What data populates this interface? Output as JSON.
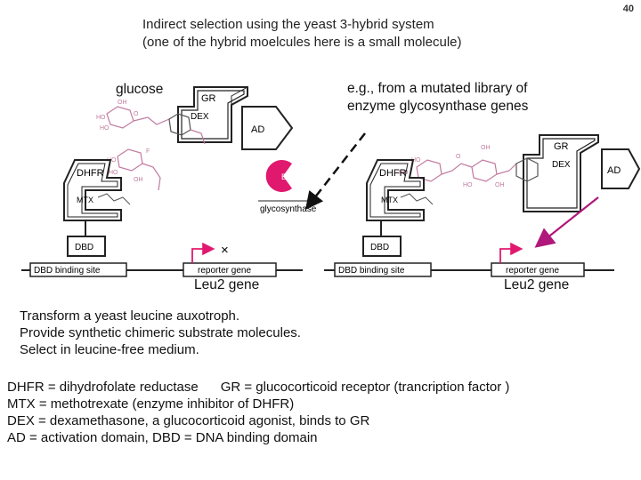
{
  "page_number": "40",
  "title": {
    "line1": "Indirect selection using the yeast 3-hybrid system",
    "line2": "(one of the hybrid moelcules here is a small molecule)"
  },
  "left_label": "glucose",
  "right_label": {
    "line1": "e.g., from a mutated library of",
    "line2": "enzyme glycosynthase genes"
  },
  "diagram_labels": {
    "gr": "GR",
    "dex": "DEX",
    "ad": "AD",
    "dhfr": "DHFR",
    "mtx": "MTX",
    "dbd": "DBD",
    "dbd_site": "DBD binding site",
    "reporter": "reporter gene",
    "enzyme_letter": "E",
    "glycosynthase": "glycosynthase",
    "blocked_mark": "×",
    "chem_oh": "OH",
    "chem_ho": "HO",
    "chem_o": "O",
    "chem_f": "F"
  },
  "colors": {
    "enzyme": "#e0196e",
    "arrow": "#b0177a",
    "molecule": "#c27ba0",
    "reporter_arrow": "#e0196e",
    "line": "#222222"
  },
  "leu2_left": "Leu2 gene",
  "leu2_right": "Leu2 gene",
  "notes": [
    "Transform a yeast leucine auxotroph.",
    "Provide synthetic chimeric substrate molecules.",
    "Select in leucine-free medium."
  ],
  "definitions": [
    "DHFR = dihydrofolate reductase      GR = glucocorticoid receptor (trancription factor )",
    "MTX = methotrexate (enzyme inhibitor of DHFR)",
    "DEX = dexamethasone, a glucocorticoid agonist, binds to GR",
    "AD = activation domain, DBD = DNA binding domain"
  ]
}
